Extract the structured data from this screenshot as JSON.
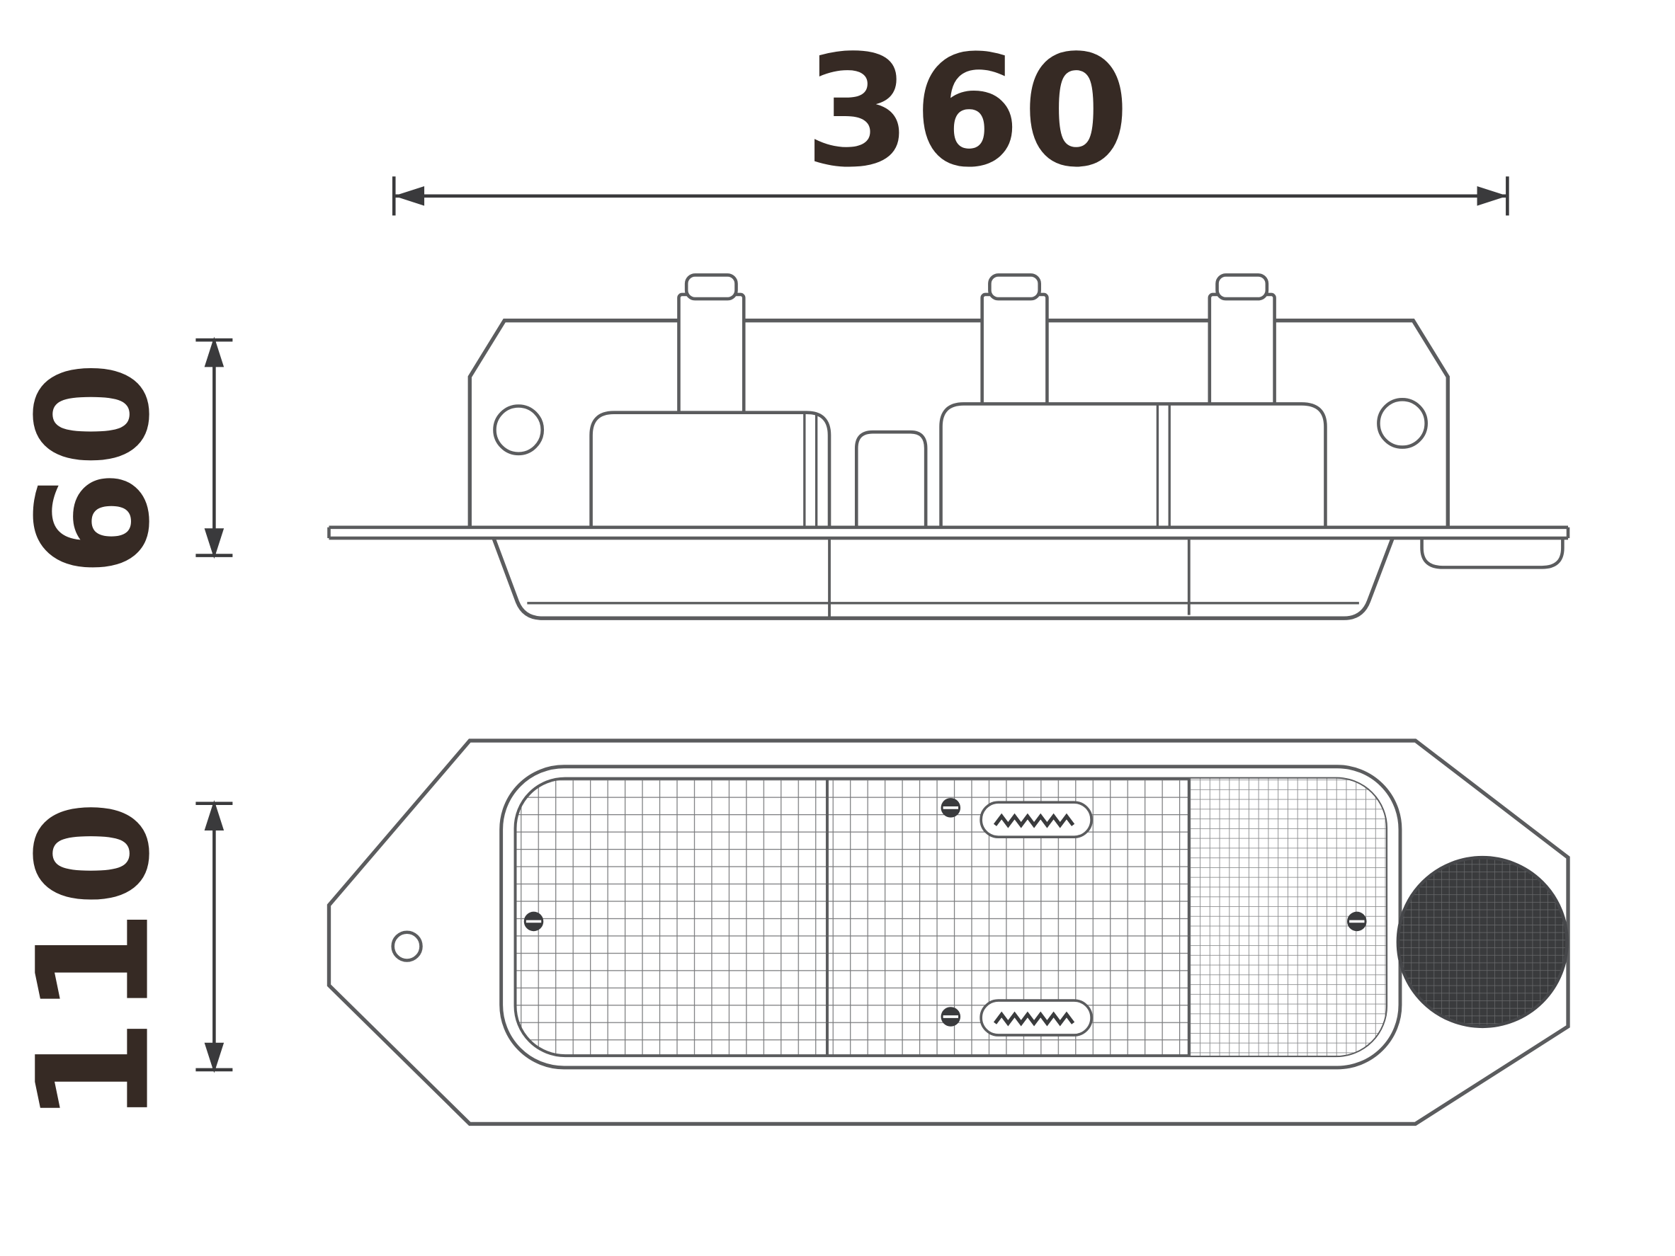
{
  "drawing": {
    "kind": "technical dimension drawing: lamp housing, side profile view and front face view",
    "dimensions": {
      "overall_width": "360",
      "side_view_height": "60",
      "front_view_height": "110"
    },
    "colors": {
      "background": "#ffffff",
      "dimension_text": "#362a24",
      "dimension_line": "#3a3a3c",
      "outline": "#5b5c5e",
      "grid_line": "#797a7c",
      "dark_fill": "#3a3b3d"
    },
    "icons": {
      "horizontal_arrows": "dimension-arrowhead-left / dimension-arrowhead-right",
      "vertical_arrows": "dimension-arrowhead-up / dimension-arrowhead-down"
    }
  }
}
